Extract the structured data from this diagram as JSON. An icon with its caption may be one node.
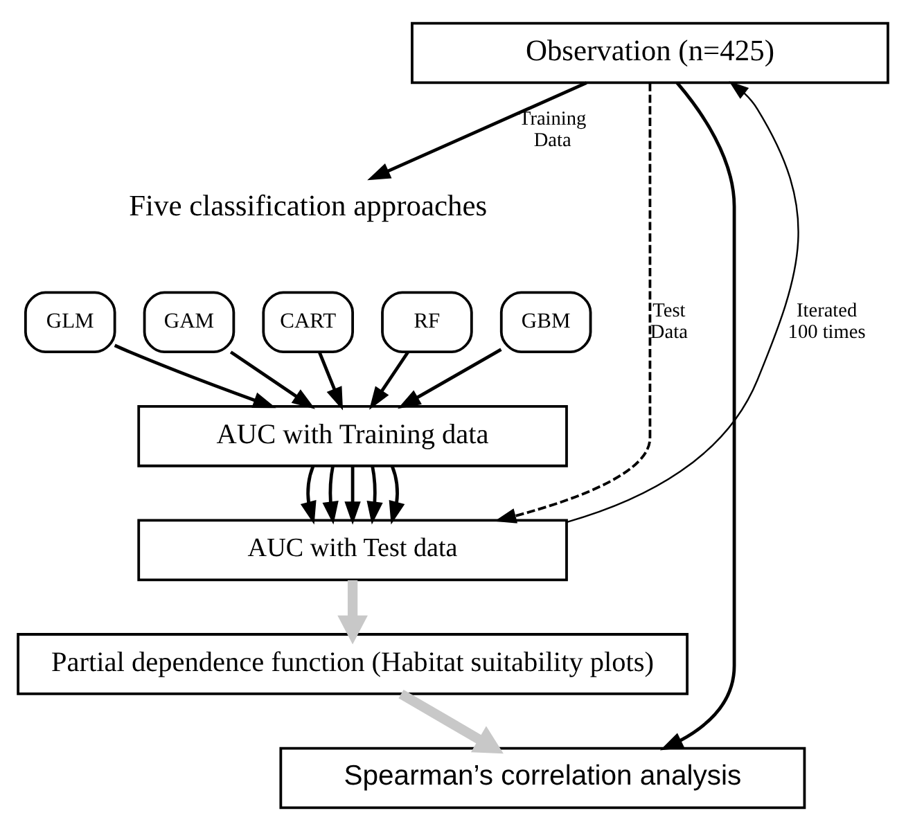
{
  "diagram": {
    "nodes": [
      {
        "text": [
          "Observation (n=425)"
        ]
      },
      {
        "text": [
          "Five classification approaches"
        ]
      },
      {
        "text": [
          "GLM"
        ]
      },
      {
        "text": [
          "GAM"
        ]
      },
      {
        "text": [
          "CART"
        ]
      },
      {
        "text": [
          "RF"
        ]
      },
      {
        "text": [
          "GBM"
        ]
      },
      {
        "text": [
          "AUC with Training data"
        ]
      },
      {
        "text": [
          "AUC with Test data"
        ]
      },
      {
        "text": [
          "Partial dependence function (Habitat suitability plots)"
        ]
      },
      {
        "text": [
          "Spearman’s correlation analysis"
        ]
      }
    ],
    "edges": [
      {
        "from": 0,
        "to": 1,
        "arrow": "to",
        "label": "Training Data"
      },
      {
        "from": 0,
        "to": 8,
        "arrow": "to",
        "label": "Test Data",
        "style": "dashed"
      },
      {
        "from": 0,
        "to": 10,
        "arrow": "to"
      },
      {
        "from": 2,
        "to": 7,
        "arrow": "to"
      },
      {
        "from": 3,
        "to": 7,
        "arrow": "to"
      },
      {
        "from": 4,
        "to": 7,
        "arrow": "to"
      },
      {
        "from": 5,
        "to": 7,
        "arrow": "to"
      },
      {
        "from": 6,
        "to": 7,
        "arrow": "to"
      },
      {
        "from": 7,
        "to": 8,
        "arrow": "to"
      },
      {
        "from": 7,
        "to": 8,
        "arrow": "to"
      },
      {
        "from": 7,
        "to": 8,
        "arrow": "to"
      },
      {
        "from": 7,
        "to": 8,
        "arrow": "to"
      },
      {
        "from": 7,
        "to": 8,
        "arrow": "to"
      },
      {
        "from": 8,
        "to": 0,
        "arrow": "to",
        "label": "Iterated 100 times"
      },
      {
        "from": 8,
        "to": 9,
        "arrow": "to",
        "color": "#c8c8c8",
        "style": "thick"
      },
      {
        "from": 9,
        "to": 10,
        "arrow": "to",
        "color": "#c8c8c8",
        "style": "thick"
      }
    ]
  }
}
